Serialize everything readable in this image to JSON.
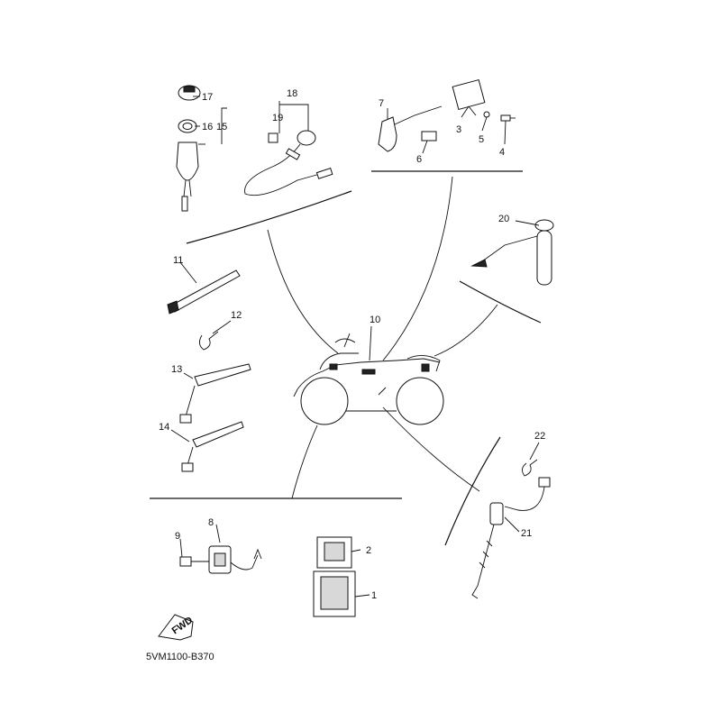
{
  "diagram": {
    "code": "5VM1100-B370",
    "fwd_label": "FWD",
    "callouts": [
      "1",
      "2",
      "3",
      "4",
      "5",
      "6",
      "7",
      "8",
      "9",
      "10",
      "11",
      "12",
      "13",
      "14",
      "15",
      "16",
      "17",
      "18",
      "19",
      "20",
      "21",
      "22"
    ]
  }
}
